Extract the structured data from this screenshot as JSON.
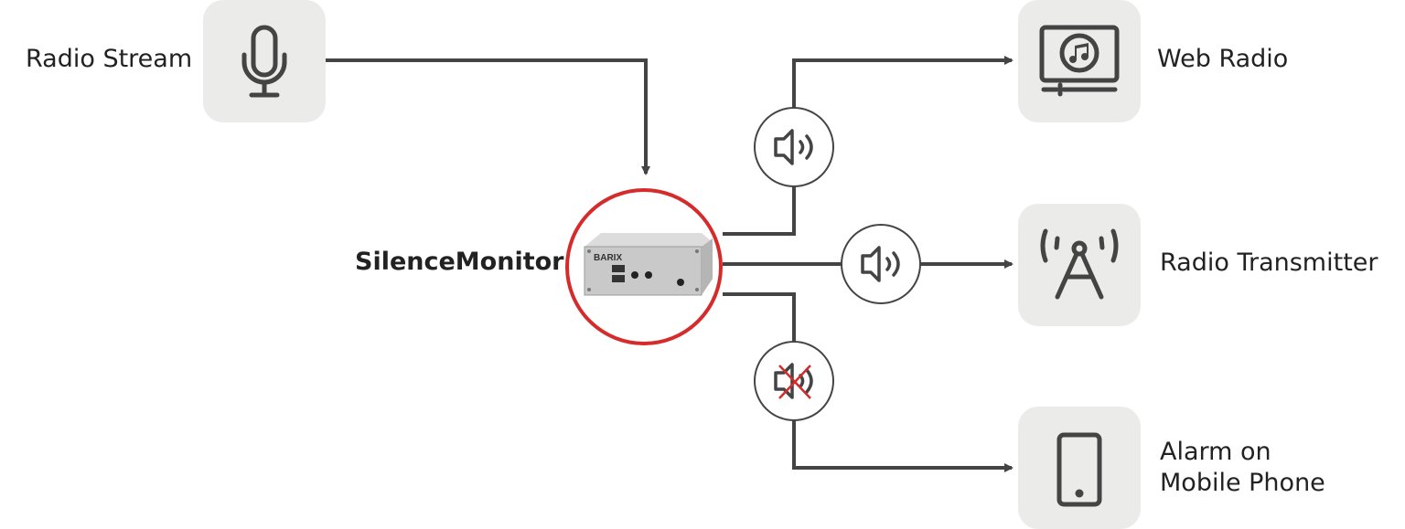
{
  "diagram": {
    "title": "SilenceMonitor",
    "input": {
      "label": "Radio Stream",
      "icon": "microphone-icon"
    },
    "device": {
      "label": "SilenceMonitor",
      "brand": "BARIX",
      "accent_color": "#d52b2b"
    },
    "outputs": [
      {
        "label": "Web Radio",
        "icon": "web-radio-monitor-icon",
        "status": "audio",
        "status_icon": "speaker-icon"
      },
      {
        "label": "Radio Transmitter",
        "icon": "radio-tower-icon",
        "status": "audio",
        "status_icon": "speaker-icon"
      },
      {
        "label_line1": "Alarm on",
        "label_line2": "Mobile Phone",
        "icon": "mobile-phone-icon",
        "status": "silence",
        "status_icon": "speaker-muted-icon"
      }
    ],
    "colors": {
      "line": "#444444",
      "tile": "#ebebea",
      "mute_cross": "#d52b2b"
    }
  }
}
